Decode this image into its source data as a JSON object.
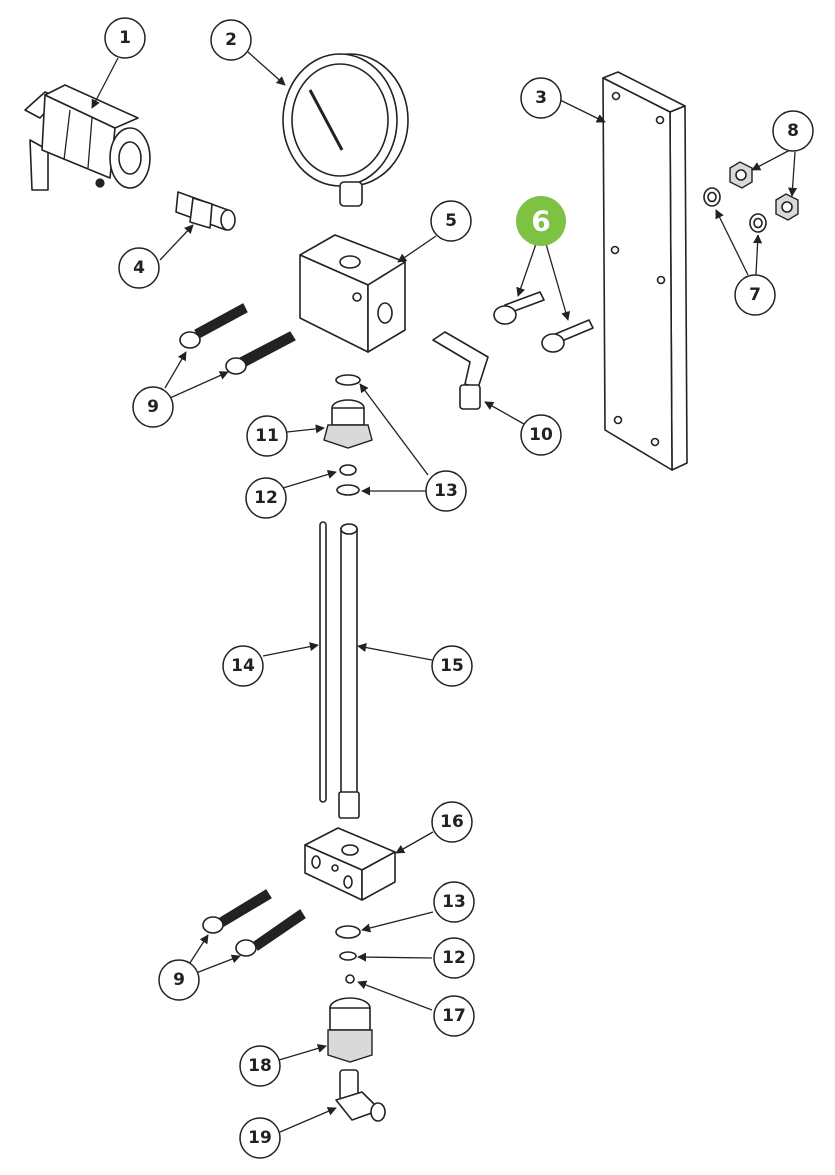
{
  "callouts": [
    {
      "id": "c1",
      "label": "1"
    },
    {
      "id": "c2",
      "label": "2"
    },
    {
      "id": "c3",
      "label": "3"
    },
    {
      "id": "c4",
      "label": "4"
    },
    {
      "id": "c5",
      "label": "5"
    },
    {
      "id": "c6",
      "label": "6",
      "highlight": true
    },
    {
      "id": "c7",
      "label": "7"
    },
    {
      "id": "c8",
      "label": "8"
    },
    {
      "id": "c9a",
      "label": "9"
    },
    {
      "id": "c10",
      "label": "10"
    },
    {
      "id": "c11",
      "label": "11"
    },
    {
      "id": "c12a",
      "label": "12"
    },
    {
      "id": "c13a",
      "label": "13"
    },
    {
      "id": "c14",
      "label": "14"
    },
    {
      "id": "c15",
      "label": "15"
    },
    {
      "id": "c16",
      "label": "16"
    },
    {
      "id": "c13b",
      "label": "13"
    },
    {
      "id": "c12b",
      "label": "12"
    },
    {
      "id": "c17",
      "label": "17"
    },
    {
      "id": "c9b",
      "label": "9"
    },
    {
      "id": "c18",
      "label": "18"
    },
    {
      "id": "c19",
      "label": "19"
    }
  ],
  "colors": {
    "highlight": "#7dc242",
    "line": "#222222",
    "background": "#ffffff"
  }
}
